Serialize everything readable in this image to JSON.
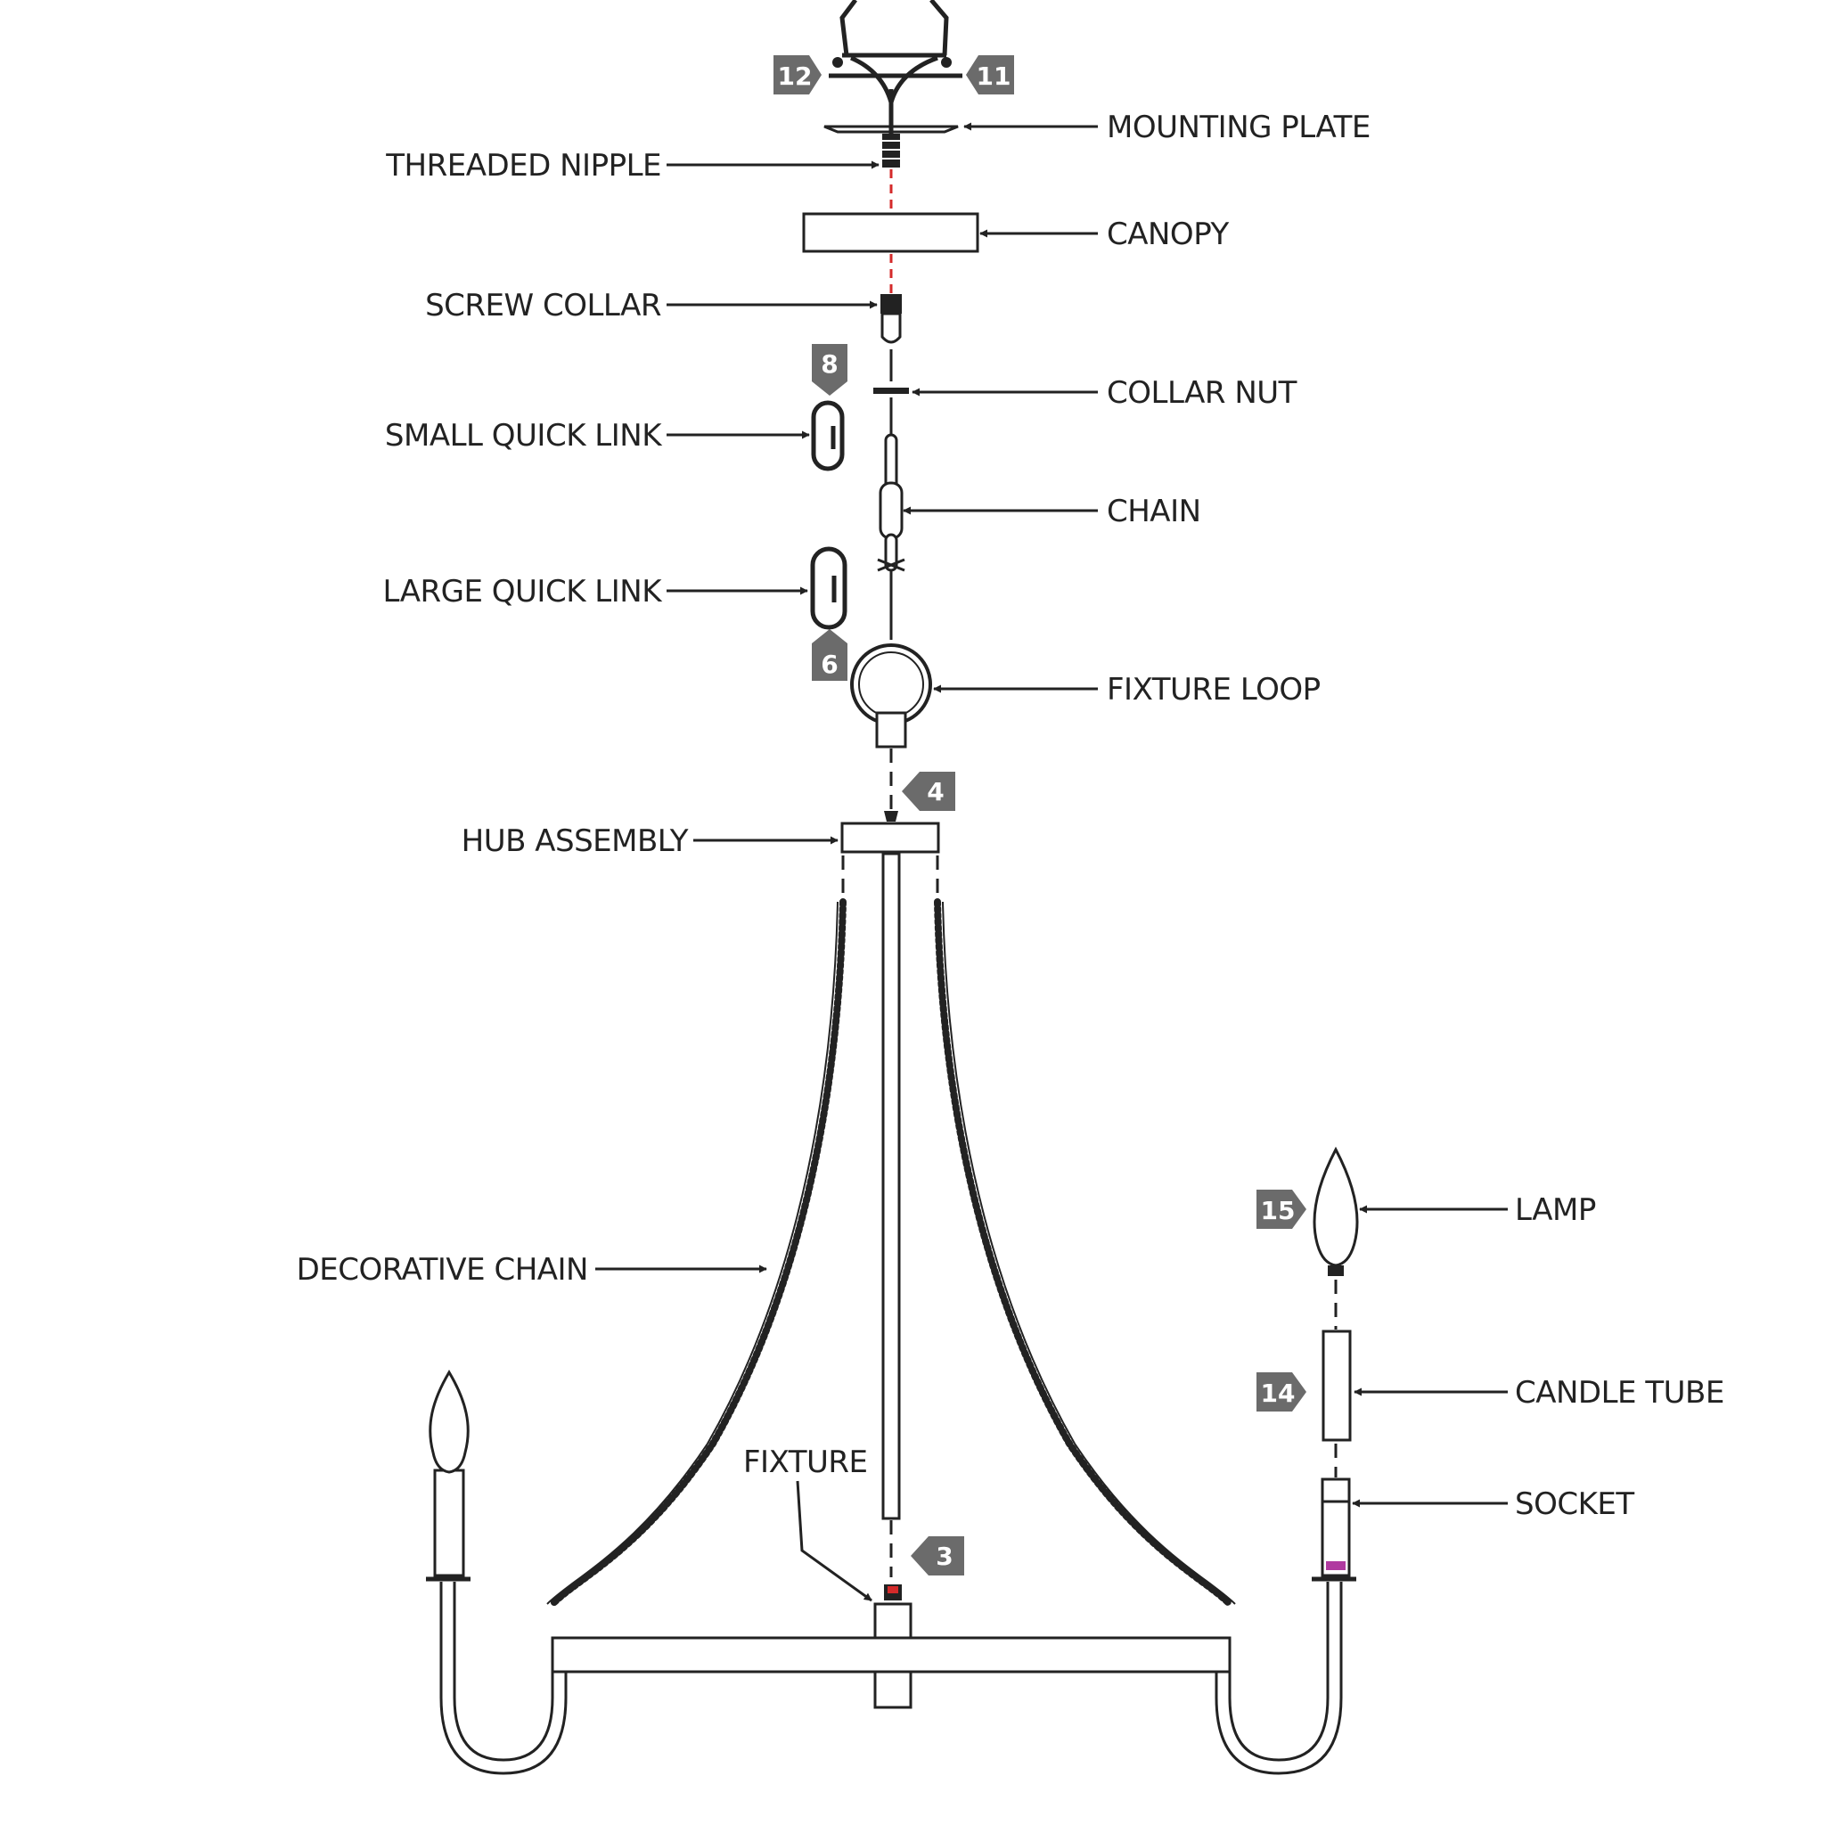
{
  "labels": {
    "mounting_plate": "MOUNTING PLATE",
    "threaded_nipple": "THREADED NIPPLE",
    "canopy": "CANOPY",
    "screw_collar": "SCREW COLLAR",
    "collar_nut": "COLLAR NUT",
    "small_quick_link": "SMALL QUICK LINK",
    "chain": "CHAIN",
    "large_quick_link": "LARGE QUICK LINK",
    "fixture_loop": "FIXTURE LOOP",
    "hub_assembly": "HUB ASSEMBLY",
    "decorative_chain": "DECORATIVE CHAIN",
    "lamp": "LAMP",
    "candle_tube": "CANDLE TUBE",
    "socket": "SOCKET",
    "fixture": "FIXTURE"
  },
  "tags": {
    "t12": "12",
    "t11": "11",
    "t8": "8",
    "t6": "6",
    "t4": "4",
    "t3": "3",
    "t15": "15",
    "t14": "14"
  },
  "colors": {
    "line": "#222222",
    "tag": "#6b6b6b",
    "guide": "#d42a2a"
  }
}
